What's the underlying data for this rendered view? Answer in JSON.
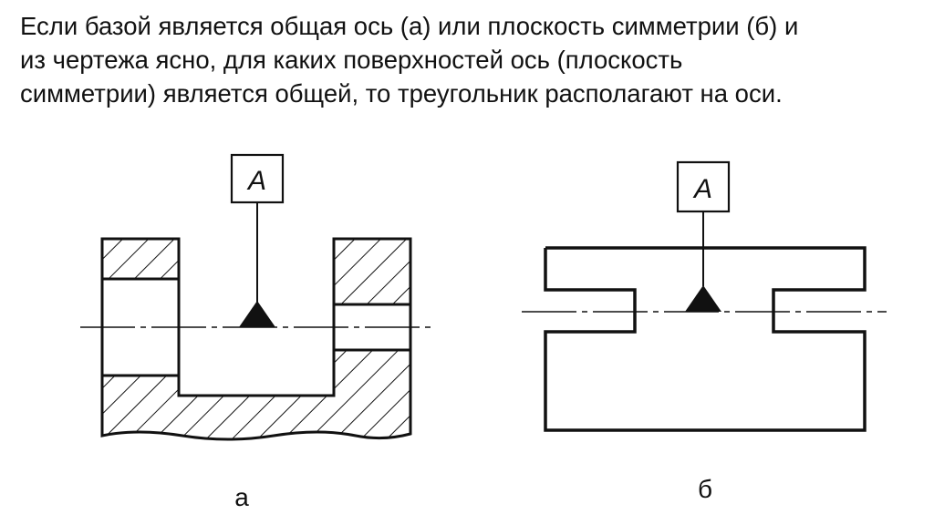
{
  "caption": {
    "lines": [
      "Если базой является общая ось (а) или плоскость симметрии (б) и",
      "из чертежа ясно, для каких поверхностей ось (плоскость",
      "симметрии) является общей, то треугольник располагают на оси."
    ]
  },
  "figure_a": {
    "datum_letter": "A",
    "label": "а"
  },
  "figure_b": {
    "datum_letter": "A",
    "label": "б"
  },
  "colors": {
    "ink": "#111111",
    "background": "#ffffff"
  }
}
